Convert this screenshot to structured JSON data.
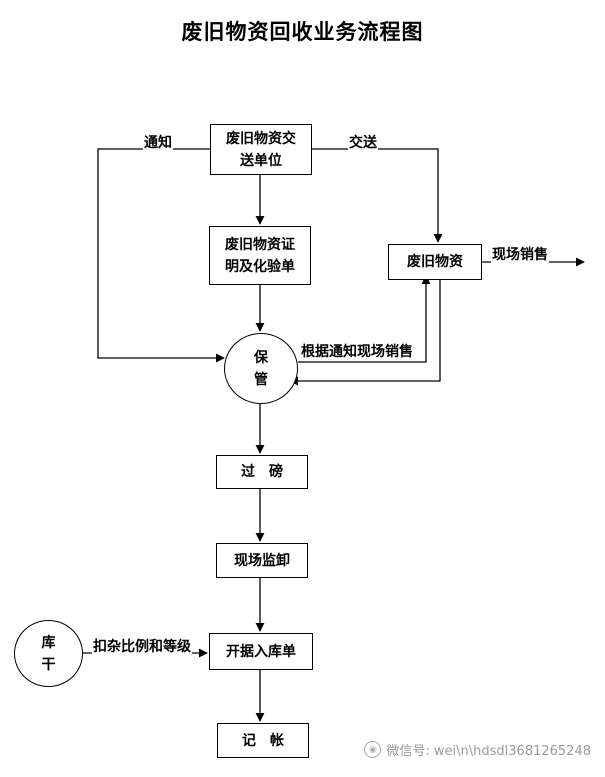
{
  "title": "废旧物资回收业务流程图",
  "nodes": {
    "send_unit_l1": "废旧物资交",
    "send_unit_l2": "送单位",
    "cert_l1": "废旧物资证",
    "cert_l2": "明及化验单",
    "waste": "废旧物资",
    "storage_l1": "保",
    "storage_l2": "管",
    "weigh": "过　磅",
    "unload": "现场监卸",
    "receipt": "开据入库单",
    "record": "记　帐",
    "warehouse_l1": "库",
    "warehouse_l2": "干"
  },
  "labels": {
    "notify": "通知",
    "deliver": "交送",
    "onsite_sale": "现场销售",
    "sale_by_notice": "根据通知现场销售",
    "deduct": "扣杂比例和等级"
  },
  "watermark": "微信号: wei\\n\\hdsdl3681265248"
}
